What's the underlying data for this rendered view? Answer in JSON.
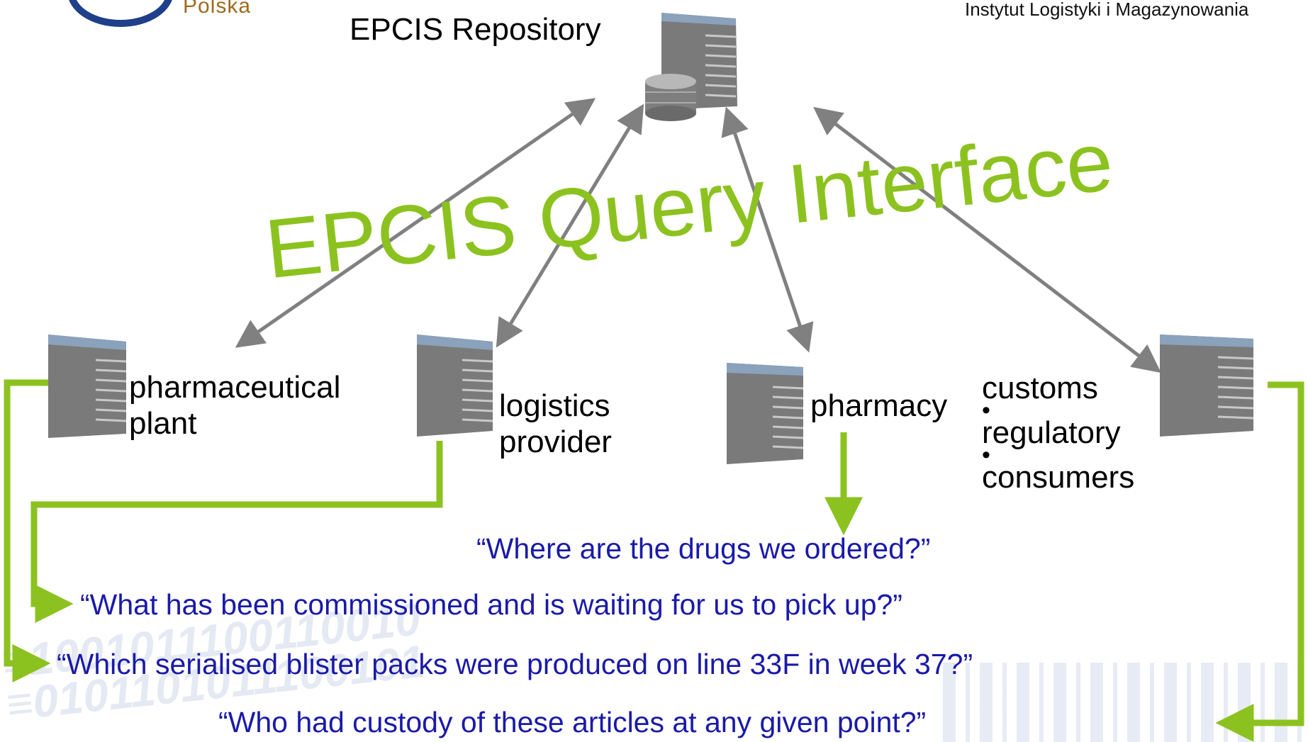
{
  "header": {
    "logo_text": "Polska",
    "organization": "Instytut Logistyki i Magazynowania"
  },
  "repository": {
    "label": "EPCIS Repository"
  },
  "interface_title": "EPCIS Query Interface",
  "nodes": {
    "plant": {
      "line1": "pharmaceutical",
      "line2": "plant"
    },
    "logistics": {
      "line1": "logistics",
      "line2": "provider"
    },
    "pharmacy": {
      "label": "pharmacy"
    },
    "others": {
      "item1": "customs",
      "item2": "regulatory",
      "item3": "consumers",
      "bullet": "•"
    }
  },
  "questions": {
    "q1": "“Where are the drugs we ordered?”",
    "q2": "“What has been commissioned and is waiting for us to pick up?”",
    "q3": "“Which serialised blister packs were produced on line 33F in week 37?”",
    "q4": "“Who had custody of these articles at any given point?”"
  },
  "colors": {
    "accent_green": "#8cc21f",
    "question_blue": "#1a1aa8",
    "arrow_gray": "#808080",
    "logo_blue": "#1f3f8a"
  }
}
